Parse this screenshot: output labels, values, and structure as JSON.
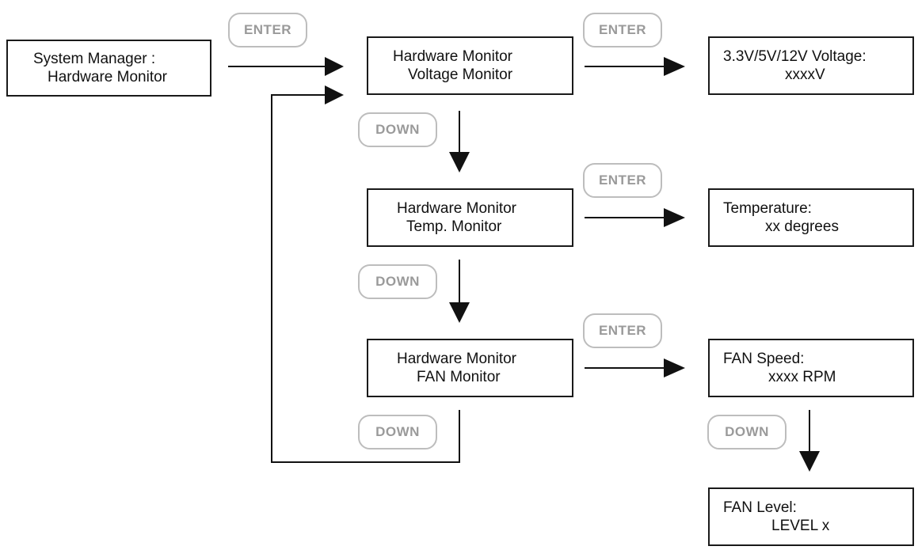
{
  "keys": {
    "enter": "ENTER",
    "down": "DOWN"
  },
  "boxes": {
    "system_manager": {
      "line1": "System Manager :",
      "line2": "Hardware Monitor"
    },
    "voltage_monitor": {
      "line1": "Hardware Monitor",
      "line2": "Voltage Monitor"
    },
    "temp_monitor": {
      "line1": "Hardware Monitor",
      "line2": "Temp. Monitor"
    },
    "fan_monitor": {
      "line1": "Hardware Monitor",
      "line2": "FAN Monitor"
    },
    "voltage_value": {
      "line1": "3.3V/5V/12V Voltage:",
      "line2": "xxxxV"
    },
    "temperature_value": {
      "line1": "Temperature:",
      "line2": "xx degrees"
    },
    "fan_speed": {
      "line1": "FAN Speed:",
      "line2": "xxxx RPM"
    },
    "fan_level": {
      "line1": "FAN Level:",
      "line2": "LEVEL x"
    }
  },
  "colors": {
    "line": "#111111",
    "box_border": "#1a1a1a",
    "key_border": "#bdbdbd",
    "key_text": "#9a9a9a"
  }
}
